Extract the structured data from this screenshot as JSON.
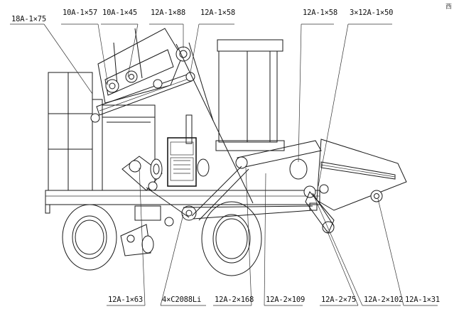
{
  "corner_mark": "西",
  "labels": {
    "l1": "18A-1×75",
    "l2": "10A-1×57",
    "l3": "10A-1×45",
    "l4": "12A-1×88",
    "l5": "12A-1×58",
    "l6": "12A-1×58",
    "l7": "3×12A-1×50",
    "b1": "12A-1×63",
    "b2": "4×C2088Li",
    "b3": "12A-2×168",
    "b4": "12A-2×109",
    "b5": "12A-2×75",
    "b6": "12A-2×102",
    "b7": "12A-1×31"
  }
}
